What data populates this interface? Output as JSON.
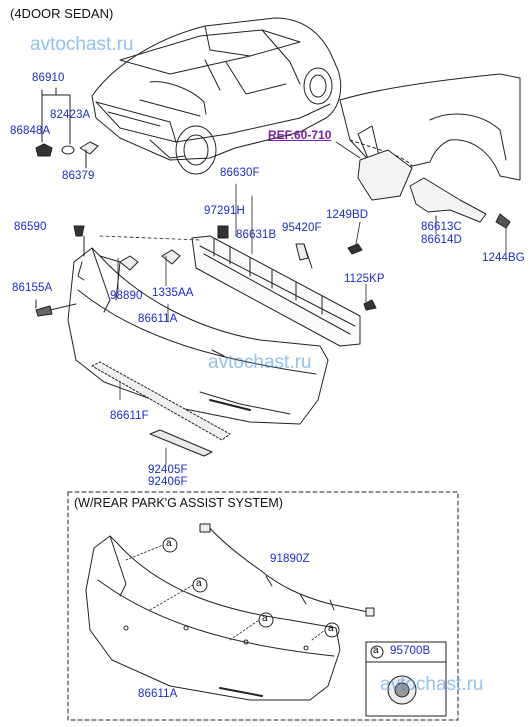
{
  "title": "(4DOOR SEDAN)",
  "watermark": "avtochast.ru",
  "ref": "REF.60-710",
  "labels": {
    "p86910": "86910",
    "p82423A": "82423A",
    "p86848A": "86848A",
    "p86379": "86379",
    "p86630F": "86630F",
    "p97291H": "97291H",
    "p86631B": "86631B",
    "p95420F": "95420F",
    "p1249BD": "1249BD",
    "p86590": "86590",
    "p86155A": "86155A",
    "p98890": "98890",
    "p1335AA": "1335AA",
    "p1125KP": "1125KP",
    "p86611A": "86611A",
    "p86613C": "86613C",
    "p86614D": "86614D",
    "p1244BG": "1244BG",
    "p86611F": "86611F",
    "p92405F": "92405F",
    "p92406F": "92406F"
  },
  "subdiagram": {
    "title": "(W/REAR PARK'G ASSIST SYSTEM)",
    "wiring": "91890Z",
    "bumper": "86611A",
    "callout": "a",
    "legend_letter": "a",
    "legend_part": "95700B"
  }
}
